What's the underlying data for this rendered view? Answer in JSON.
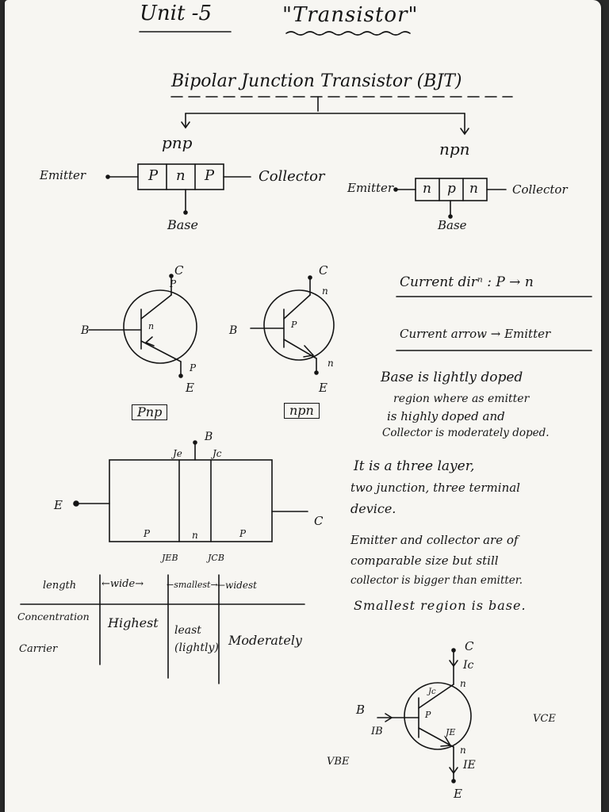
{
  "header": {
    "unit": "Unit -5",
    "topic": "\"Transistor\""
  },
  "bjt": {
    "title": "Bipolar Junction Transistor (BJT)",
    "pnp_label": "pnp",
    "npn_label": "npn",
    "pnp_block": {
      "cells": [
        "P",
        "n",
        "P"
      ],
      "emitter": "Emitter",
      "collector": "Collector",
      "base": "Base"
    },
    "npn_block": {
      "cells": [
        "n",
        "p",
        "n"
      ],
      "emitter": "Emitter",
      "collector": "Collector",
      "base": "Base"
    }
  },
  "symbols": {
    "pnp": {
      "c": "C",
      "b": "B",
      "e": "E",
      "top_mark": "P",
      "mid_mark": "n",
      "bot_mark": "P",
      "caption": "Pnp"
    },
    "npn": {
      "c": "C",
      "b": "B",
      "e": "E",
      "top_mark": "n",
      "mid_mark": "P",
      "bot_mark": "n",
      "caption": "npn"
    }
  },
  "notes": {
    "current_dir": "Current dirⁿ : P → n",
    "current_arrow": "Current arrow → Emitter",
    "doping": [
      "Base is lightly doped",
      "region where as emitter",
      "is highly doped and",
      "Collector is moderately doped."
    ],
    "layers": [
      "It is a three layer,",
      "two junction, three terminal",
      "device."
    ],
    "size": [
      "Emitter and collector are of",
      "comparable size but still",
      "collector is bigger than emitter.",
      "Smallest region is base."
    ]
  },
  "structure": {
    "b": "B",
    "e": "E",
    "c": "C",
    "je": "Je",
    "jc": "Jc",
    "regions": [
      "P",
      "n",
      "P"
    ],
    "jeb": "JEB",
    "jcb": "JCB"
  },
  "table": {
    "row1": [
      "length",
      "←wide→",
      "←smallest→",
      "←widest"
    ],
    "row2_label": [
      "Concentration",
      "Carrier"
    ],
    "row2": [
      "Highest",
      "least (lightly)",
      "Moderately"
    ]
  },
  "circuit": {
    "c": "C",
    "ic": "Ic",
    "top_mark": "n",
    "jc": "Jc",
    "b": "B",
    "ib": "IB",
    "mid_mark": "P",
    "je": "JE",
    "bot_mark": "n",
    "ie": "IE",
    "e": "E",
    "vce": "VCE",
    "vbe": "VBE"
  }
}
